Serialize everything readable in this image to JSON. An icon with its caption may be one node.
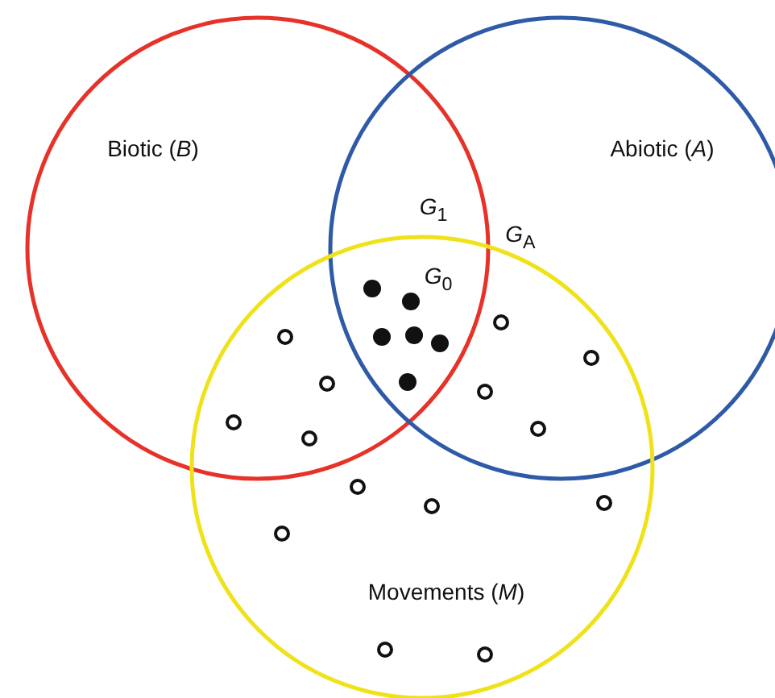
{
  "diagram": {
    "nodes": [
      {
        "text": [
          "Biotic (*B*)"
        ]
      },
      {
        "text": [
          "Abiotic (*A*)"
        ]
      },
      {
        "text": [
          "Movements (*M*)"
        ]
      }
    ],
    "edges": [],
    "labels": [
      "*G*$_{1}$",
      "*G*$_{A}$",
      "*G*$_{0}$"
    ]
  }
}
